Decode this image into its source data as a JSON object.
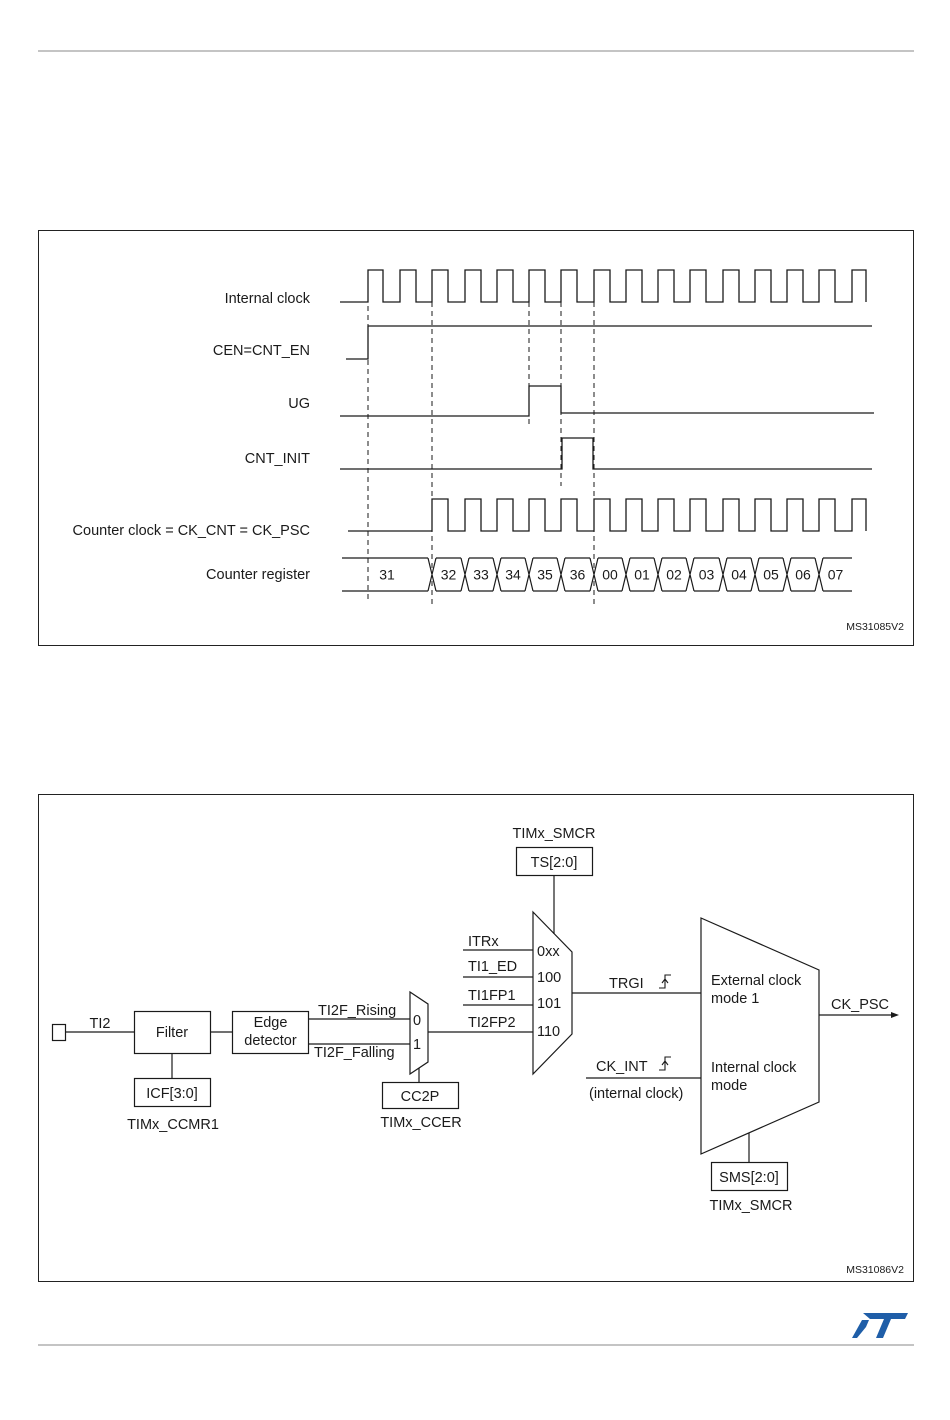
{
  "timing_diagram": {
    "signals": {
      "internal_clock": "Internal clock",
      "cen": "CEN=CNT_EN",
      "ug": "UG",
      "cnt_init": "CNT_INIT",
      "counter_clock": "Counter clock = CK_CNT = CK_PSC",
      "counter_register": "Counter register"
    },
    "register_values": [
      "31",
      "32",
      "33",
      "34",
      "35",
      "36",
      "00",
      "01",
      "02",
      "03",
      "04",
      "05",
      "06",
      "07"
    ],
    "figure_id": "MS31085V2"
  },
  "block_diagram": {
    "input_signal": "TI2",
    "filter": "Filter",
    "filter_config": "ICF[3:0]",
    "filter_register": "TIMx_CCMR1",
    "edge_detector": "Edge detector",
    "rising_output": "TI2F_Rising",
    "falling_output": "TI2F_Falling",
    "polarity_mux_inputs": [
      "0",
      "1"
    ],
    "polarity_config": "CC2P",
    "polarity_register": "TIMx_CCER",
    "trigger_register_top": "TIMx_SMCR",
    "trigger_select": "TS[2:0]",
    "trigger_inputs": [
      "ITRx",
      "TI1_ED",
      "TI1FP1",
      "TI2FP2"
    ],
    "trigger_codes": [
      "0xx",
      "100",
      "101",
      "110"
    ],
    "trgi": "TRGI",
    "ck_int": "CK_INT",
    "ck_int_note": "(internal clock)",
    "mode_external": "External clock mode 1",
    "mode_internal": "Internal clock mode",
    "output": "CK_PSC",
    "mode_select": "SMS[2:0]",
    "mode_register": "TIMx_SMCR",
    "figure_id": "MS31086V2"
  },
  "logo": "ST"
}
